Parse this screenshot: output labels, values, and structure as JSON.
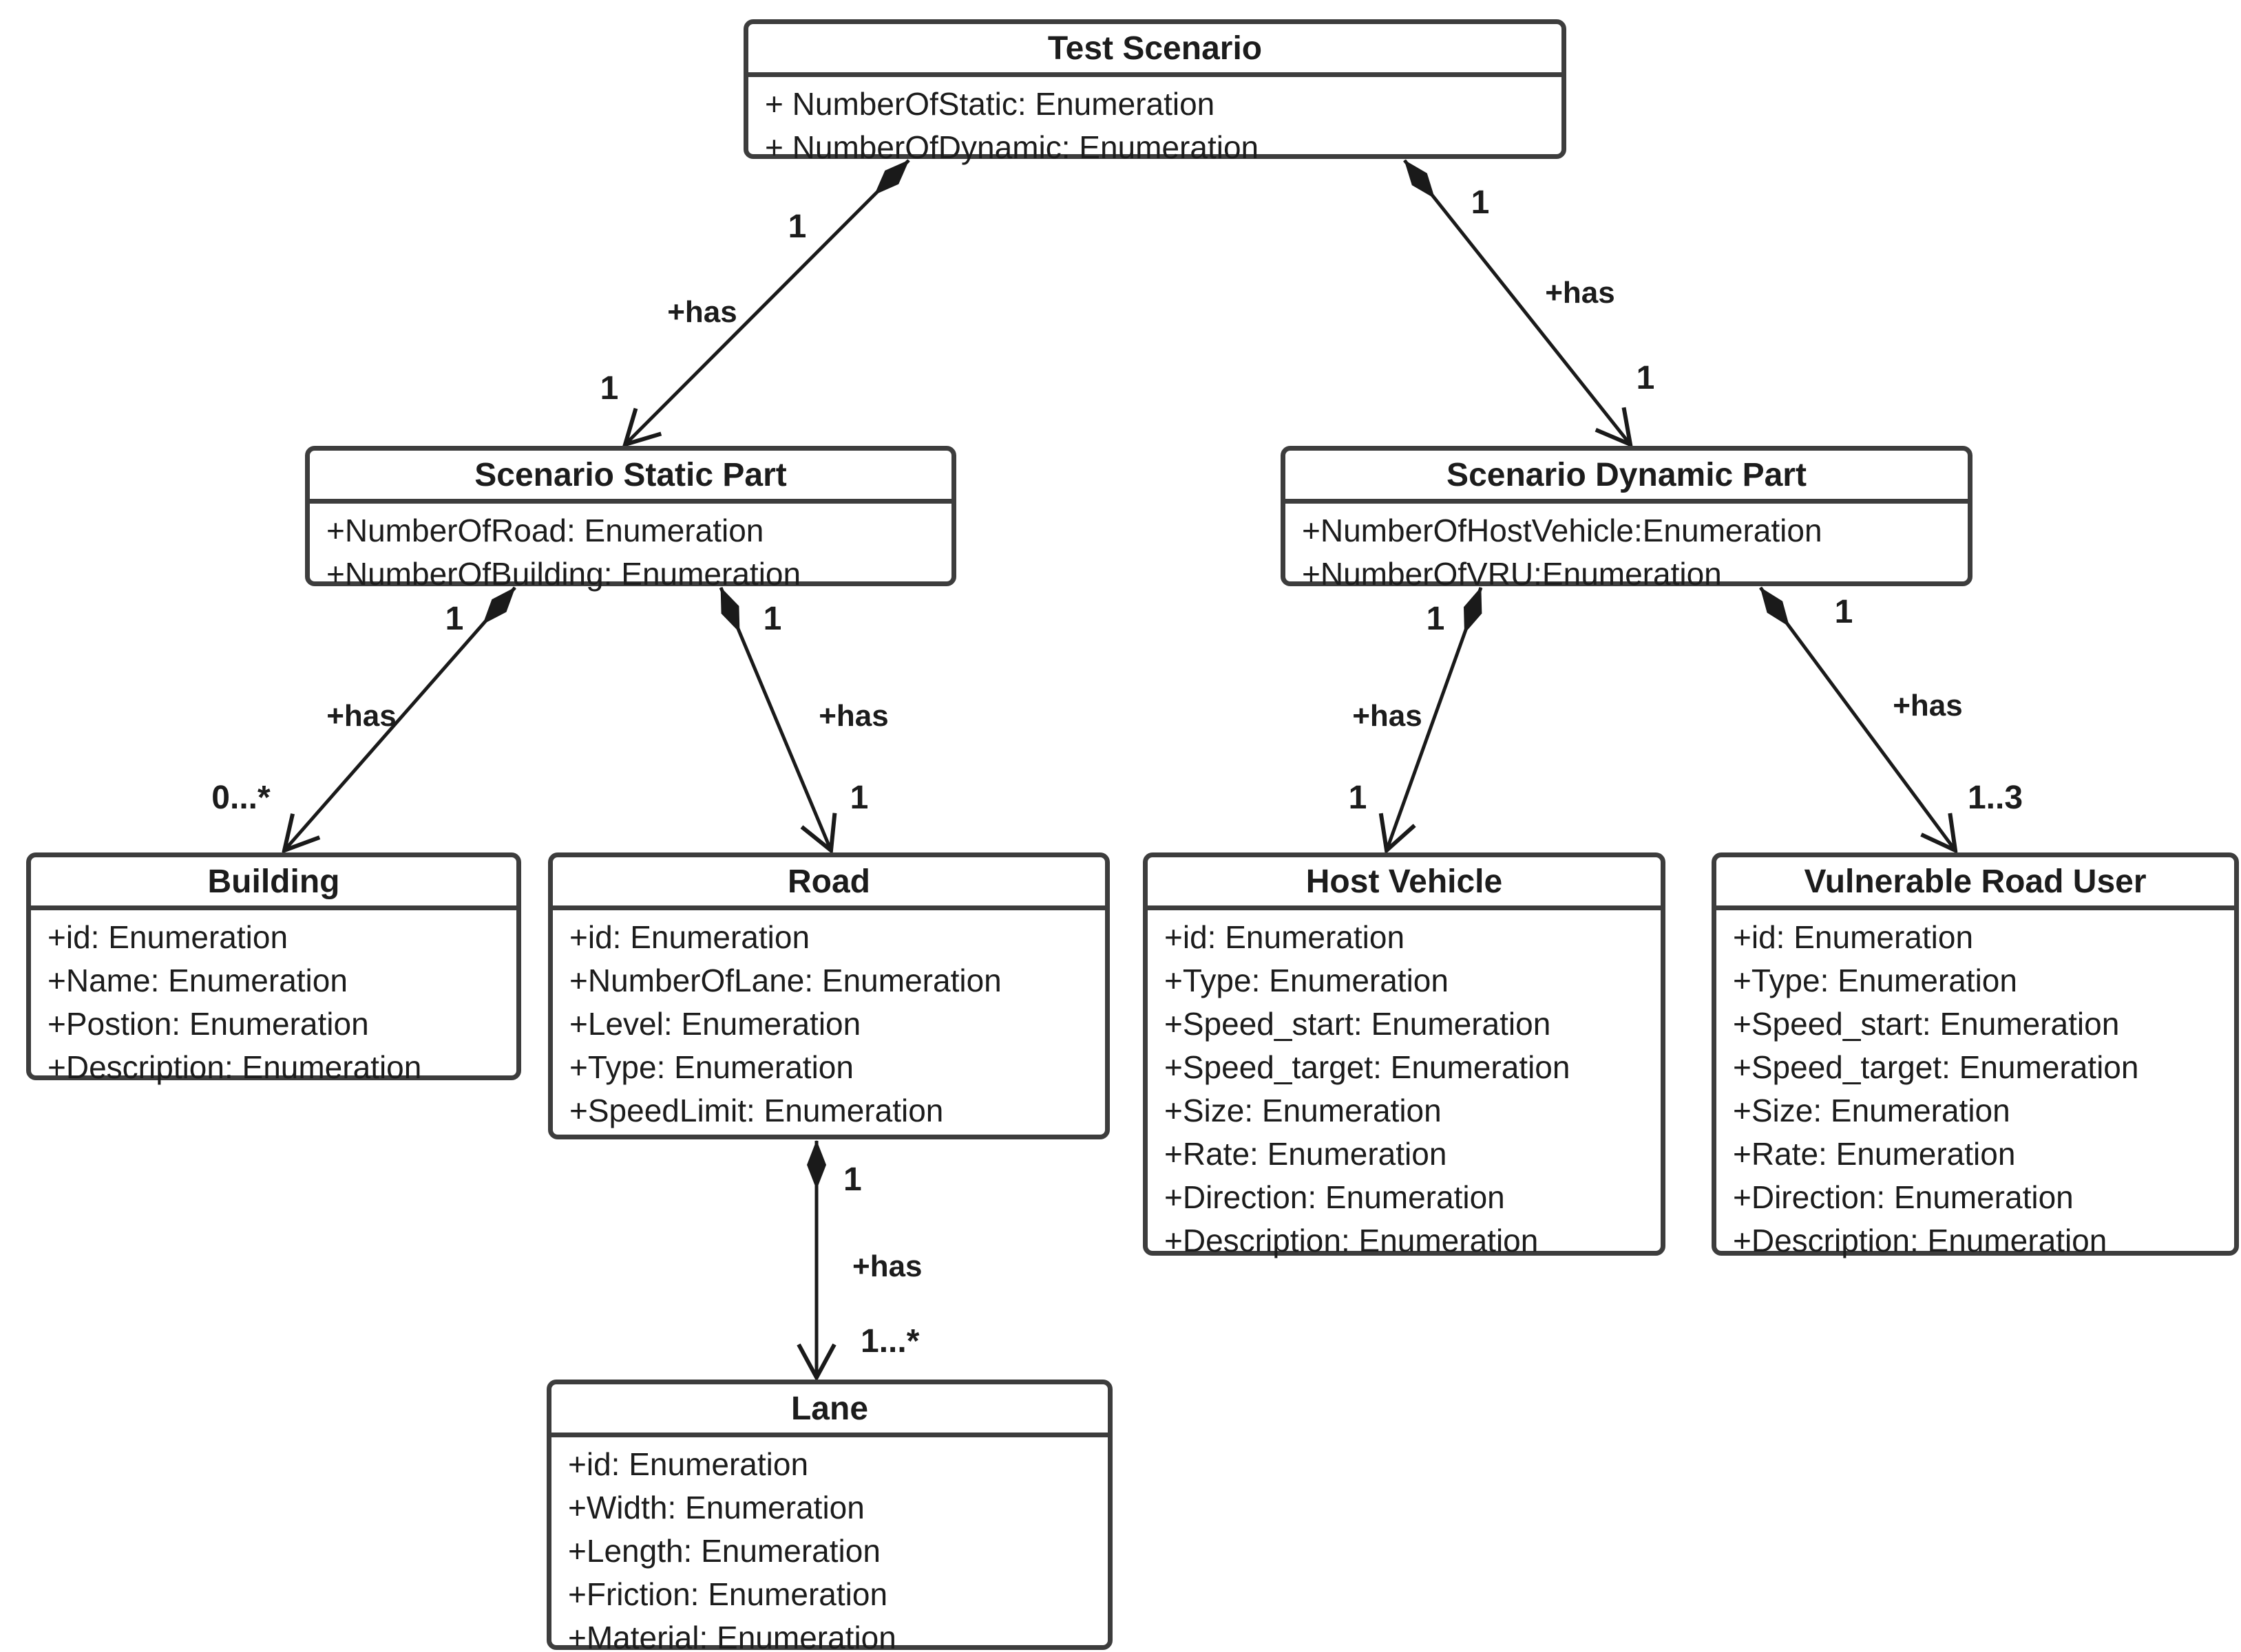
{
  "diagram": {
    "type": "uml-class-diagram",
    "background": "#ffffff",
    "colors": {
      "border": "#3d3d3d",
      "text": "#1c1c1c",
      "edge": "#1a1a1a"
    },
    "classes": [
      {
        "name": "Test Scenario",
        "attributes": [
          "+ NumberOfStatic: Enumeration",
          "+ NumberOfDynamic: Enumeration"
        ]
      },
      {
        "name": "Scenario Static Part",
        "attributes": [
          "+NumberOfRoad: Enumeration",
          "+NumberOfBuilding: Enumeration"
        ]
      },
      {
        "name": "Scenario Dynamic Part",
        "attributes": [
          "+NumberOfHostVehicle:Enumeration",
          "+NumberOfVRU:Enumeration"
        ]
      },
      {
        "name": "Building",
        "attributes": [
          "+id: Enumeration",
          "+Name: Enumeration",
          "+Postion: Enumeration",
          "+Description: Enumeration"
        ]
      },
      {
        "name": "Road",
        "attributes": [
          "+id: Enumeration",
          "+NumberOfLane: Enumeration",
          "+Level: Enumeration",
          "+Type: Enumeration",
          "+SpeedLimit: Enumeration"
        ]
      },
      {
        "name": "Host Vehicle",
        "attributes": [
          "+id: Enumeration",
          "+Type: Enumeration",
          "+Speed_start: Enumeration",
          "+Speed_target: Enumeration",
          "+Size: Enumeration",
          "+Rate: Enumeration",
          "+Direction: Enumeration",
          "+Description: Enumeration"
        ]
      },
      {
        "name": "Vulnerable Road User",
        "attributes": [
          "+id: Enumeration",
          "+Type: Enumeration",
          "+Speed_start: Enumeration",
          "+Speed_target: Enumeration",
          "+Size: Enumeration",
          "+Rate: Enumeration",
          "+Direction: Enumeration",
          "+Description: Enumeration"
        ]
      },
      {
        "name": "Lane",
        "attributes": [
          "+id: Enumeration",
          "+Width: Enumeration",
          "+Length: Enumeration",
          "+Friction: Enumeration",
          "+Material: Enumeration"
        ]
      }
    ],
    "relations": [
      {
        "label": "+has",
        "from": "Test Scenario",
        "to": "Scenario Static Part",
        "from_multiplicity": "1",
        "to_multiplicity": "1",
        "from_end": "filled-diamond",
        "to_end": "open-arrow"
      },
      {
        "label": "+has",
        "from": "Test Scenario",
        "to": "Scenario Dynamic Part",
        "from_multiplicity": "1",
        "to_multiplicity": "1",
        "from_end": "filled-diamond",
        "to_end": "open-arrow"
      },
      {
        "label": "+has",
        "from": "Scenario Static Part",
        "to": "Building",
        "from_multiplicity": "1",
        "to_multiplicity": "0...*",
        "from_end": "filled-diamond",
        "to_end": "open-arrow"
      },
      {
        "label": "+has",
        "from": "Scenario Static Part",
        "to": "Road",
        "from_multiplicity": "1",
        "to_multiplicity": "1",
        "from_end": "filled-diamond",
        "to_end": "open-arrow"
      },
      {
        "label": "+has",
        "from": "Scenario Dynamic Part",
        "to": "Host Vehicle",
        "from_multiplicity": "1",
        "to_multiplicity": "1",
        "from_end": "filled-diamond",
        "to_end": "open-arrow"
      },
      {
        "label": "+has",
        "from": "Scenario Dynamic Part",
        "to": "Vulnerable Road User",
        "from_multiplicity": "1",
        "to_multiplicity": "1..3",
        "from_end": "filled-diamond",
        "to_end": "open-arrow"
      },
      {
        "label": "+has",
        "from": "Road",
        "to": "Lane",
        "from_multiplicity": "1",
        "to_multiplicity": "1...*",
        "from_end": "filled-diamond",
        "to_end": "open-arrow"
      }
    ]
  }
}
